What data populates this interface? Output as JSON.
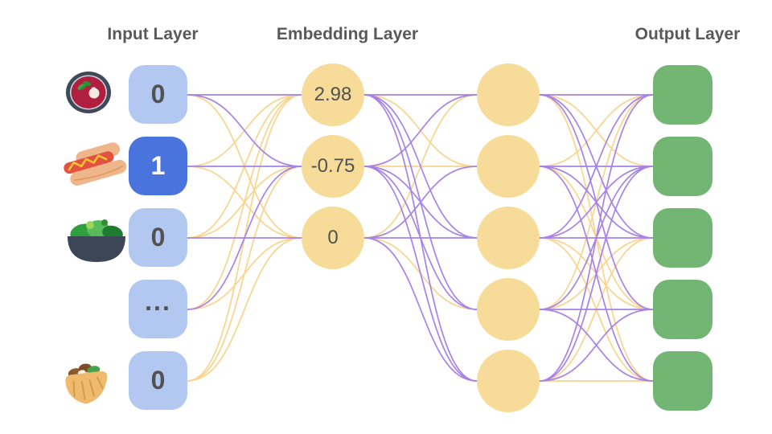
{
  "titles": {
    "input": "Input Layer",
    "embedding": "Embedding Layer",
    "output": "Output Layer"
  },
  "input_layer": {
    "nodes": [
      {
        "value": "0",
        "selected": false,
        "icon": "borscht-bowl"
      },
      {
        "value": "1",
        "selected": true,
        "icon": "hot-dog"
      },
      {
        "value": "0",
        "selected": false,
        "icon": "green-salad"
      },
      {
        "value": "...",
        "selected": false,
        "icon": null
      },
      {
        "value": "0",
        "selected": false,
        "icon": "stuffed-flatbread"
      }
    ]
  },
  "embedding_layer": {
    "nodes": [
      {
        "value": "2.98"
      },
      {
        "value": "-0.75"
      },
      {
        "value": "0"
      }
    ]
  },
  "hidden_layer": {
    "count": 5
  },
  "output_layer": {
    "count": 5
  },
  "colors": {
    "input_node": "#b3c8f1",
    "input_node_selected": "#4a74dd",
    "embedding_node": "#f6dc98",
    "output_node": "#73b573",
    "edge_purple": "#a682e8",
    "edge_yellow": "#f8d48c",
    "title_text": "#595959",
    "value_text": "#525252"
  },
  "edges": {
    "input_to_embedding": [
      [
        "P",
        "P",
        "Y"
      ],
      [
        "Y",
        "P",
        "Y"
      ],
      [
        "Y",
        "Y",
        "P"
      ],
      [
        "Y",
        "P",
        "Y"
      ],
      [
        "Y",
        "Y",
        "Y"
      ]
    ],
    "embedding_to_hidden": [
      [
        "P",
        "Y",
        "P",
        "P",
        "P"
      ],
      [
        "P",
        "Y",
        "P",
        "P",
        "P"
      ],
      [
        "Y",
        "P",
        "P",
        "Y",
        "P"
      ]
    ],
    "hidden_to_output": [
      [
        "P",
        "Y",
        "P",
        "P",
        "Y"
      ],
      [
        "Y",
        "P",
        "P",
        "Y",
        "P"
      ],
      [
        "P",
        "P",
        "P",
        "Y",
        "Y"
      ],
      [
        "Y",
        "P",
        "Y",
        "P",
        "P"
      ],
      [
        "P",
        "P",
        "Y",
        "P",
        "Y"
      ]
    ]
  }
}
